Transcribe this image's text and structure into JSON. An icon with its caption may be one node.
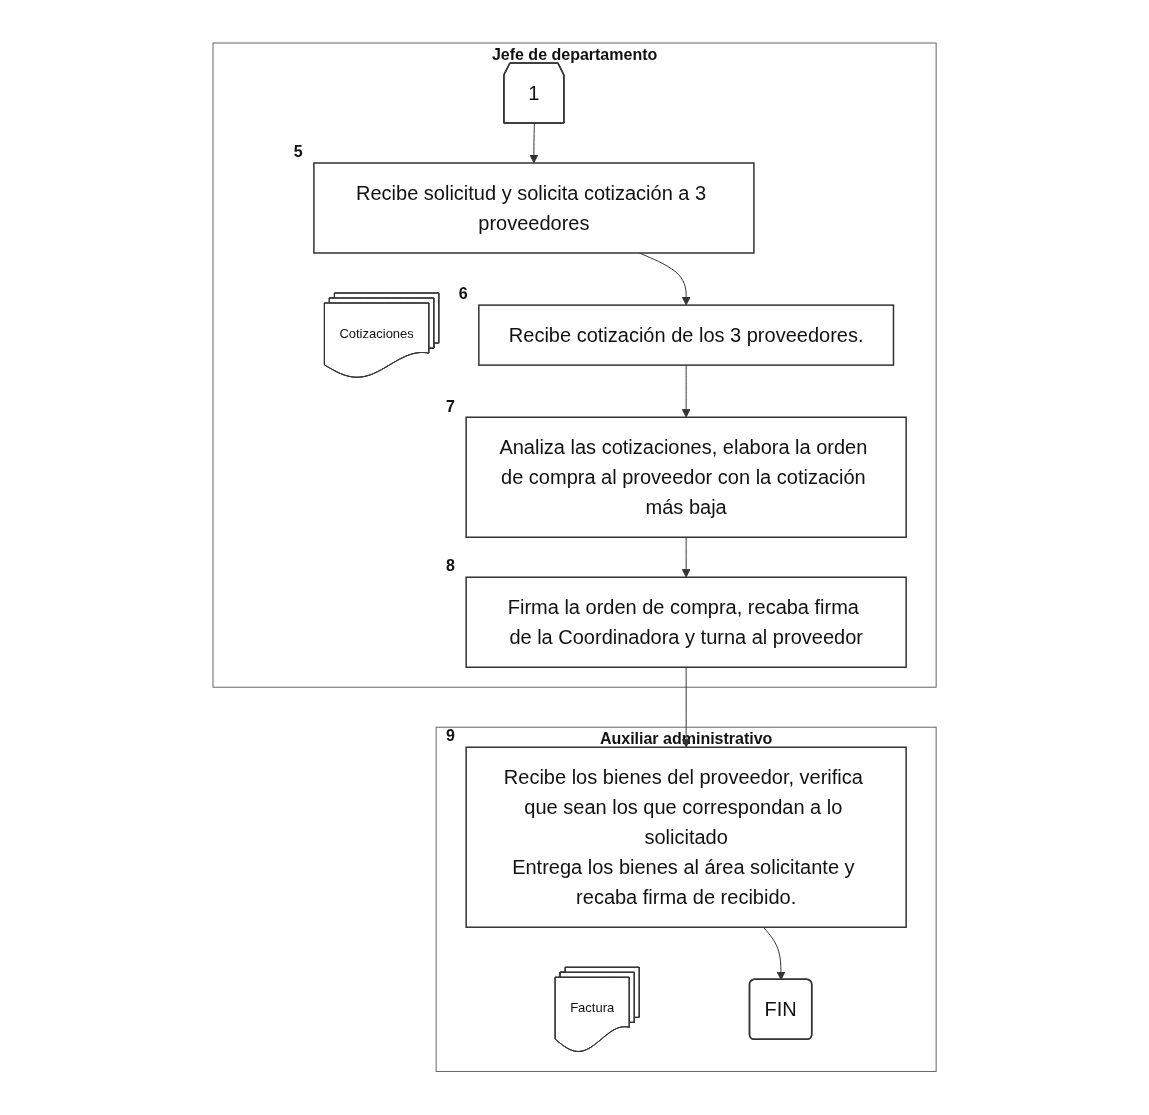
{
  "diagram": {
    "nodes": [
      {
        "text": [
          "Auxiliar administrativo"
        ]
      },
      {
        "text": [
          "Jefe de departamento"
        ]
      },
      {
        "text": [
          "1"
        ],
        "in": 1
      },
      {
        "text": [
          "Recibe solicitud y solicita cotización a 3 proveedores"
        ],
        "beside": [
          "5"
        ],
        "in": 1
      },
      {
        "text": [
          "Cotizaciones"
        ],
        "in": 1
      },
      {
        "text": [
          "Recibe cotización de los 3 proveedores."
        ],
        "beside": [
          "6"
        ],
        "in": 1
      },
      {
        "text": [
          "Analiza las cotizaciones, elabora la orden de compra al proveedor con la cotización más baja"
        ],
        "beside": [
          "7"
        ],
        "in": 1
      },
      {
        "text": [
          "Firma la orden de compra, recaba firma de la Coordinadora y turna al proveedor"
        ],
        "beside": [
          "8"
        ],
        "in": 1
      },
      {
        "text": [
          "Recibe los bienes del proveedor, verifica que sean los que correspondan a lo solicitado",
          "Entrega los bienes al área solicitante y recaba firma de recibido."
        ],
        "beside": [
          "9"
        ],
        "in": 0
      },
      {
        "text": [
          "Factura"
        ],
        "in": 0
      },
      {
        "text": [
          "FIN"
        ],
        "in": 0
      }
    ],
    "edges": [
      {
        "from": 2,
        "to": 3,
        "arrow": "to"
      },
      {
        "from": 3,
        "to": 5,
        "arrow": "to"
      },
      {
        "from": 5,
        "to": 6,
        "arrow": "to"
      },
      {
        "from": 6,
        "to": 7,
        "arrow": "to"
      },
      {
        "from": 7,
        "to": 8,
        "arrow": "to"
      },
      {
        "from": 8,
        "to": 10,
        "arrow": "to"
      }
    ]
  }
}
